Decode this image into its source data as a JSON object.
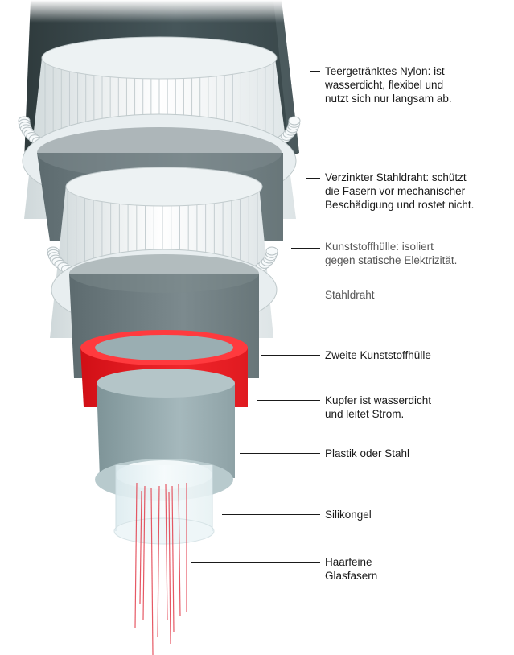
{
  "diagram": {
    "callouts": [
      {
        "id": "nylon",
        "text": "Teergetränktes Nylon: ist\nwasserdicht, flexibel und\nnutzt sich nur langsam ab.",
        "color": "#1a1a1a"
      },
      {
        "id": "steel-wire-galv",
        "text": "Verzinkter Stahldraht: schützt\ndie Fasern vor mechanischer\nBeschädigung und rostet nicht.",
        "color": "#1a1a1a"
      },
      {
        "id": "plastic-sheath",
        "text": "Kunststoffhülle: isoliert\ngegen statische Elektrizität.",
        "color": "#555555"
      },
      {
        "id": "steel-wire",
        "text": "Stahldraht",
        "color": "#555555"
      },
      {
        "id": "second-sheath",
        "text": "Zweite Kunststoffhülle",
        "color": "#1a1a1a"
      },
      {
        "id": "copper",
        "text": "Kupfer ist wasserdicht\nund leitet Strom.",
        "color": "#1a1a1a"
      },
      {
        "id": "plastic-or-steel",
        "text": "Plastik oder Stahl",
        "color": "#1a1a1a"
      },
      {
        "id": "silicone-gel",
        "text": "Silikongel",
        "color": "#1a1a1a"
      },
      {
        "id": "glass-fibers",
        "text": "Haarfeine\nGlasfasern",
        "color": "#1a1a1a"
      }
    ],
    "colors": {
      "nylon": "#3d4a4c",
      "sheath": "#6e7c80",
      "wire": "#eef3f4",
      "copper": "#e4161b",
      "steel": "#8fa5aa",
      "gel": "#e9f4f7",
      "fiber": "#e23c4a"
    }
  }
}
